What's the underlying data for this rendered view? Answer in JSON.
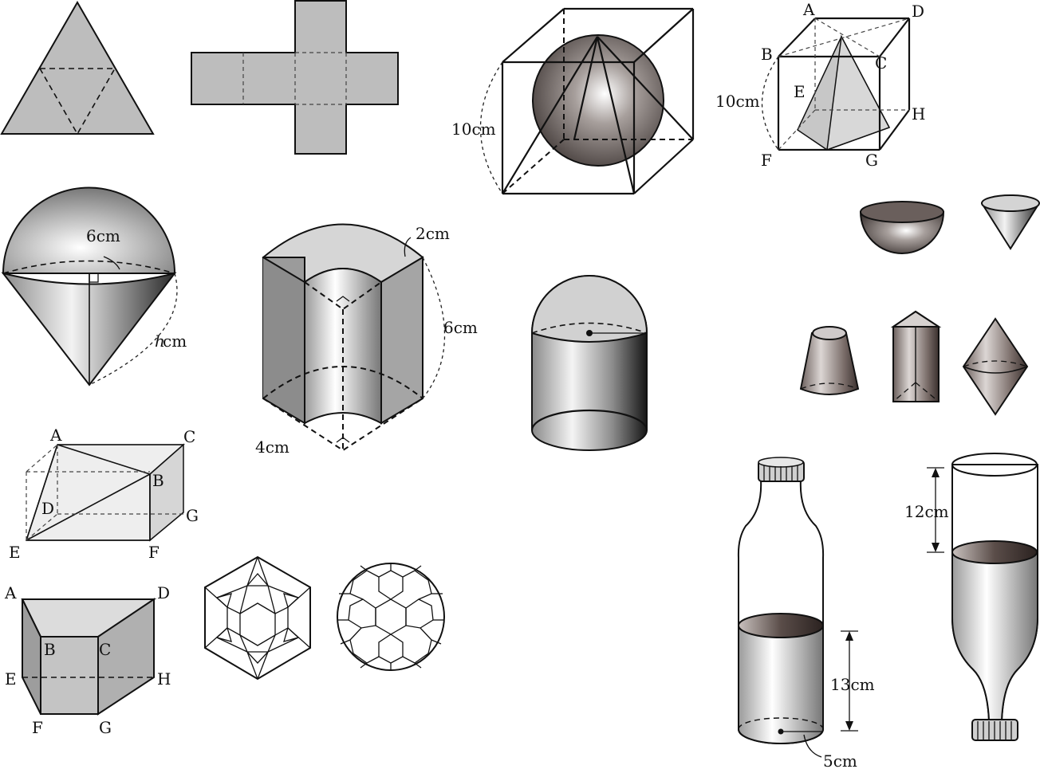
{
  "labels": {
    "cube_sphere_edge": "10cm",
    "pyramid_cube_edge": "10cm",
    "pyramid_cube_vertices": [
      "A",
      "B",
      "C",
      "D",
      "E",
      "F",
      "G",
      "H"
    ],
    "hemicone_radius": "6cm",
    "hemicone_slant_var": "h",
    "hemicone_slant_unit": " cm",
    "hollow_thickness": "2cm",
    "hollow_height": "6cm",
    "hollow_inner_radius": "4cm",
    "cuboid_vertices": [
      "A",
      "B",
      "C",
      "D",
      "E",
      "F",
      "G"
    ],
    "prism_vertices": [
      "A",
      "B",
      "C",
      "D",
      "E",
      "F",
      "G",
      "H"
    ],
    "bottle_water_height": "13cm",
    "bottle_radius": "5cm",
    "bottle_air_height": "12cm"
  },
  "colors": {
    "face_gray": "#bdbdbd",
    "solid_dark": "#4a4240",
    "outline": "#111111"
  },
  "icons": [
    "triangle-net",
    "cross-net",
    "sphere-in-cube",
    "pyramid-in-cube",
    "hemisphere-cone",
    "hollow-cylinder",
    "capsule",
    "bowl",
    "cone",
    "frustum",
    "triangular-prism",
    "bicone",
    "cuboid",
    "trapezoid-prism",
    "icosidodecahedron",
    "truncated-icosahedron",
    "bottle-upright",
    "bottle-inverted"
  ]
}
